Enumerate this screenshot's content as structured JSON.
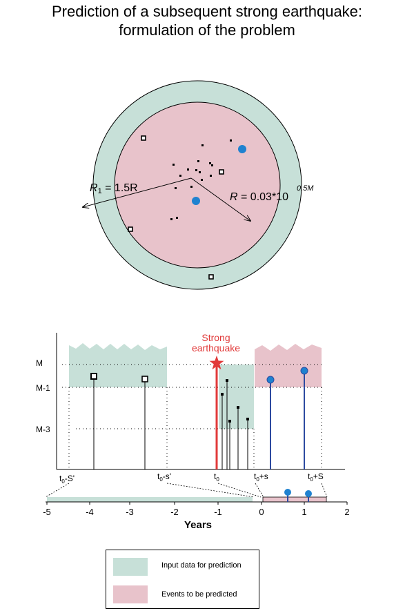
{
  "title": {
    "line1": "Prediction of a subsequent strong earthquake:",
    "line2": "formulation of the problem"
  },
  "colors": {
    "input": "#c7e0d8",
    "predicted": "#e8c3cb",
    "strong_quake": "#e13a3a",
    "predicted_stem": "#2d4aa0",
    "marker_blue": "#1f82d0"
  },
  "circle_diagram": {
    "r1_label": {
      "main": "R",
      "sub": "1",
      "rest": " = 1.5R"
    },
    "r_label": {
      "main": "R",
      "rest": " = 0.03*10",
      "exponent": "0.5M"
    }
  },
  "timeline": {
    "strong_label_line1": "Strong",
    "strong_label_line2": "earthquake",
    "magnitude_labels": [
      "M",
      "M-1",
      "M-3"
    ],
    "time_labels": [
      "t",
      "t",
      "t",
      "t",
      "t"
    ],
    "time_subs": [
      "0",
      "0",
      "0",
      "0",
      "0"
    ],
    "time_suffix": [
      "-S'",
      "-s'",
      "",
      "+s",
      "+S"
    ],
    "axis_ticks": [
      "-5",
      "-4",
      "-3",
      "-2",
      "-1",
      "0",
      "1",
      "2"
    ],
    "axis_label": "Years"
  },
  "legend": {
    "input": "Input data for prediction",
    "predicted": "Events to be predicted"
  }
}
